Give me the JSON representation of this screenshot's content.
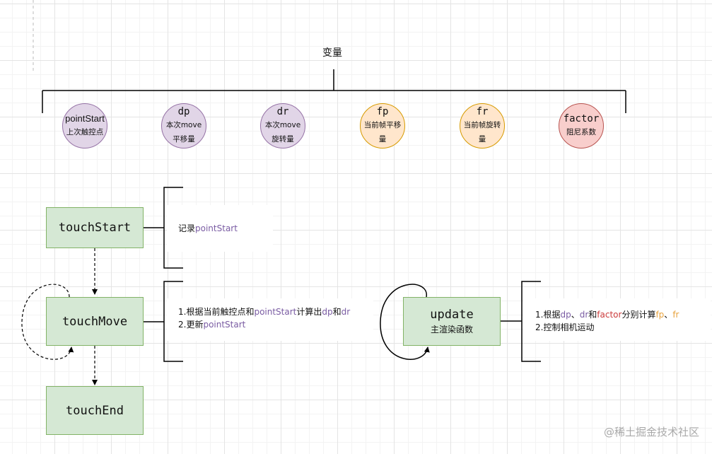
{
  "title": "变量",
  "variables": [
    {
      "name": "pointStart",
      "desc": "上次触控点",
      "color": "#e1d5e7"
    },
    {
      "name": "dp",
      "desc": "本次move平移量",
      "color": "#e1d5e7"
    },
    {
      "name": "dr",
      "desc": "本次move旋转量",
      "color": "#e1d5e7"
    },
    {
      "name": "fp",
      "desc": "当前帧平移量",
      "color": "#ffe6cc"
    },
    {
      "name": "fr",
      "desc": "当前帧旋转量",
      "color": "#ffe6cc"
    },
    {
      "name": "factor",
      "desc": "阻尼系数",
      "color": "#f8cecc"
    }
  ],
  "nodes": {
    "touch_start": "touchStart",
    "touch_move": "touchMove",
    "touch_end": "touchEnd",
    "update": "update",
    "update_sub": "主渲染函数"
  },
  "notes": {
    "touch_start": {
      "prefix": "记录",
      "var": "pointStart"
    },
    "touch_move": {
      "line1": {
        "prefix": "1.根据当前触控点和",
        "var1": "pointStart",
        "mid": "计算出",
        "var2": "dp",
        "and": "和",
        "var3": "dr"
      },
      "line2": {
        "prefix": "2.更新",
        "var": "pointStart"
      }
    },
    "update": {
      "line1": {
        "prefix": "1.根据",
        "var1": "dp",
        "sep1": "、",
        "var2": "dr",
        "and": "和",
        "var3": "factor",
        "mid": "分别计算",
        "var4": "fp",
        "sep2": "、",
        "var5": "fr"
      },
      "line2": "2.控制相机运动"
    }
  },
  "watermark": "@稀土掘金技术社区",
  "colors": {
    "green_fill": "#d5e8d4",
    "green_stroke": "#82b366",
    "purple_fill": "#e1d5e7",
    "orange_fill": "#ffe6cc",
    "red_fill": "#f8cecc"
  }
}
